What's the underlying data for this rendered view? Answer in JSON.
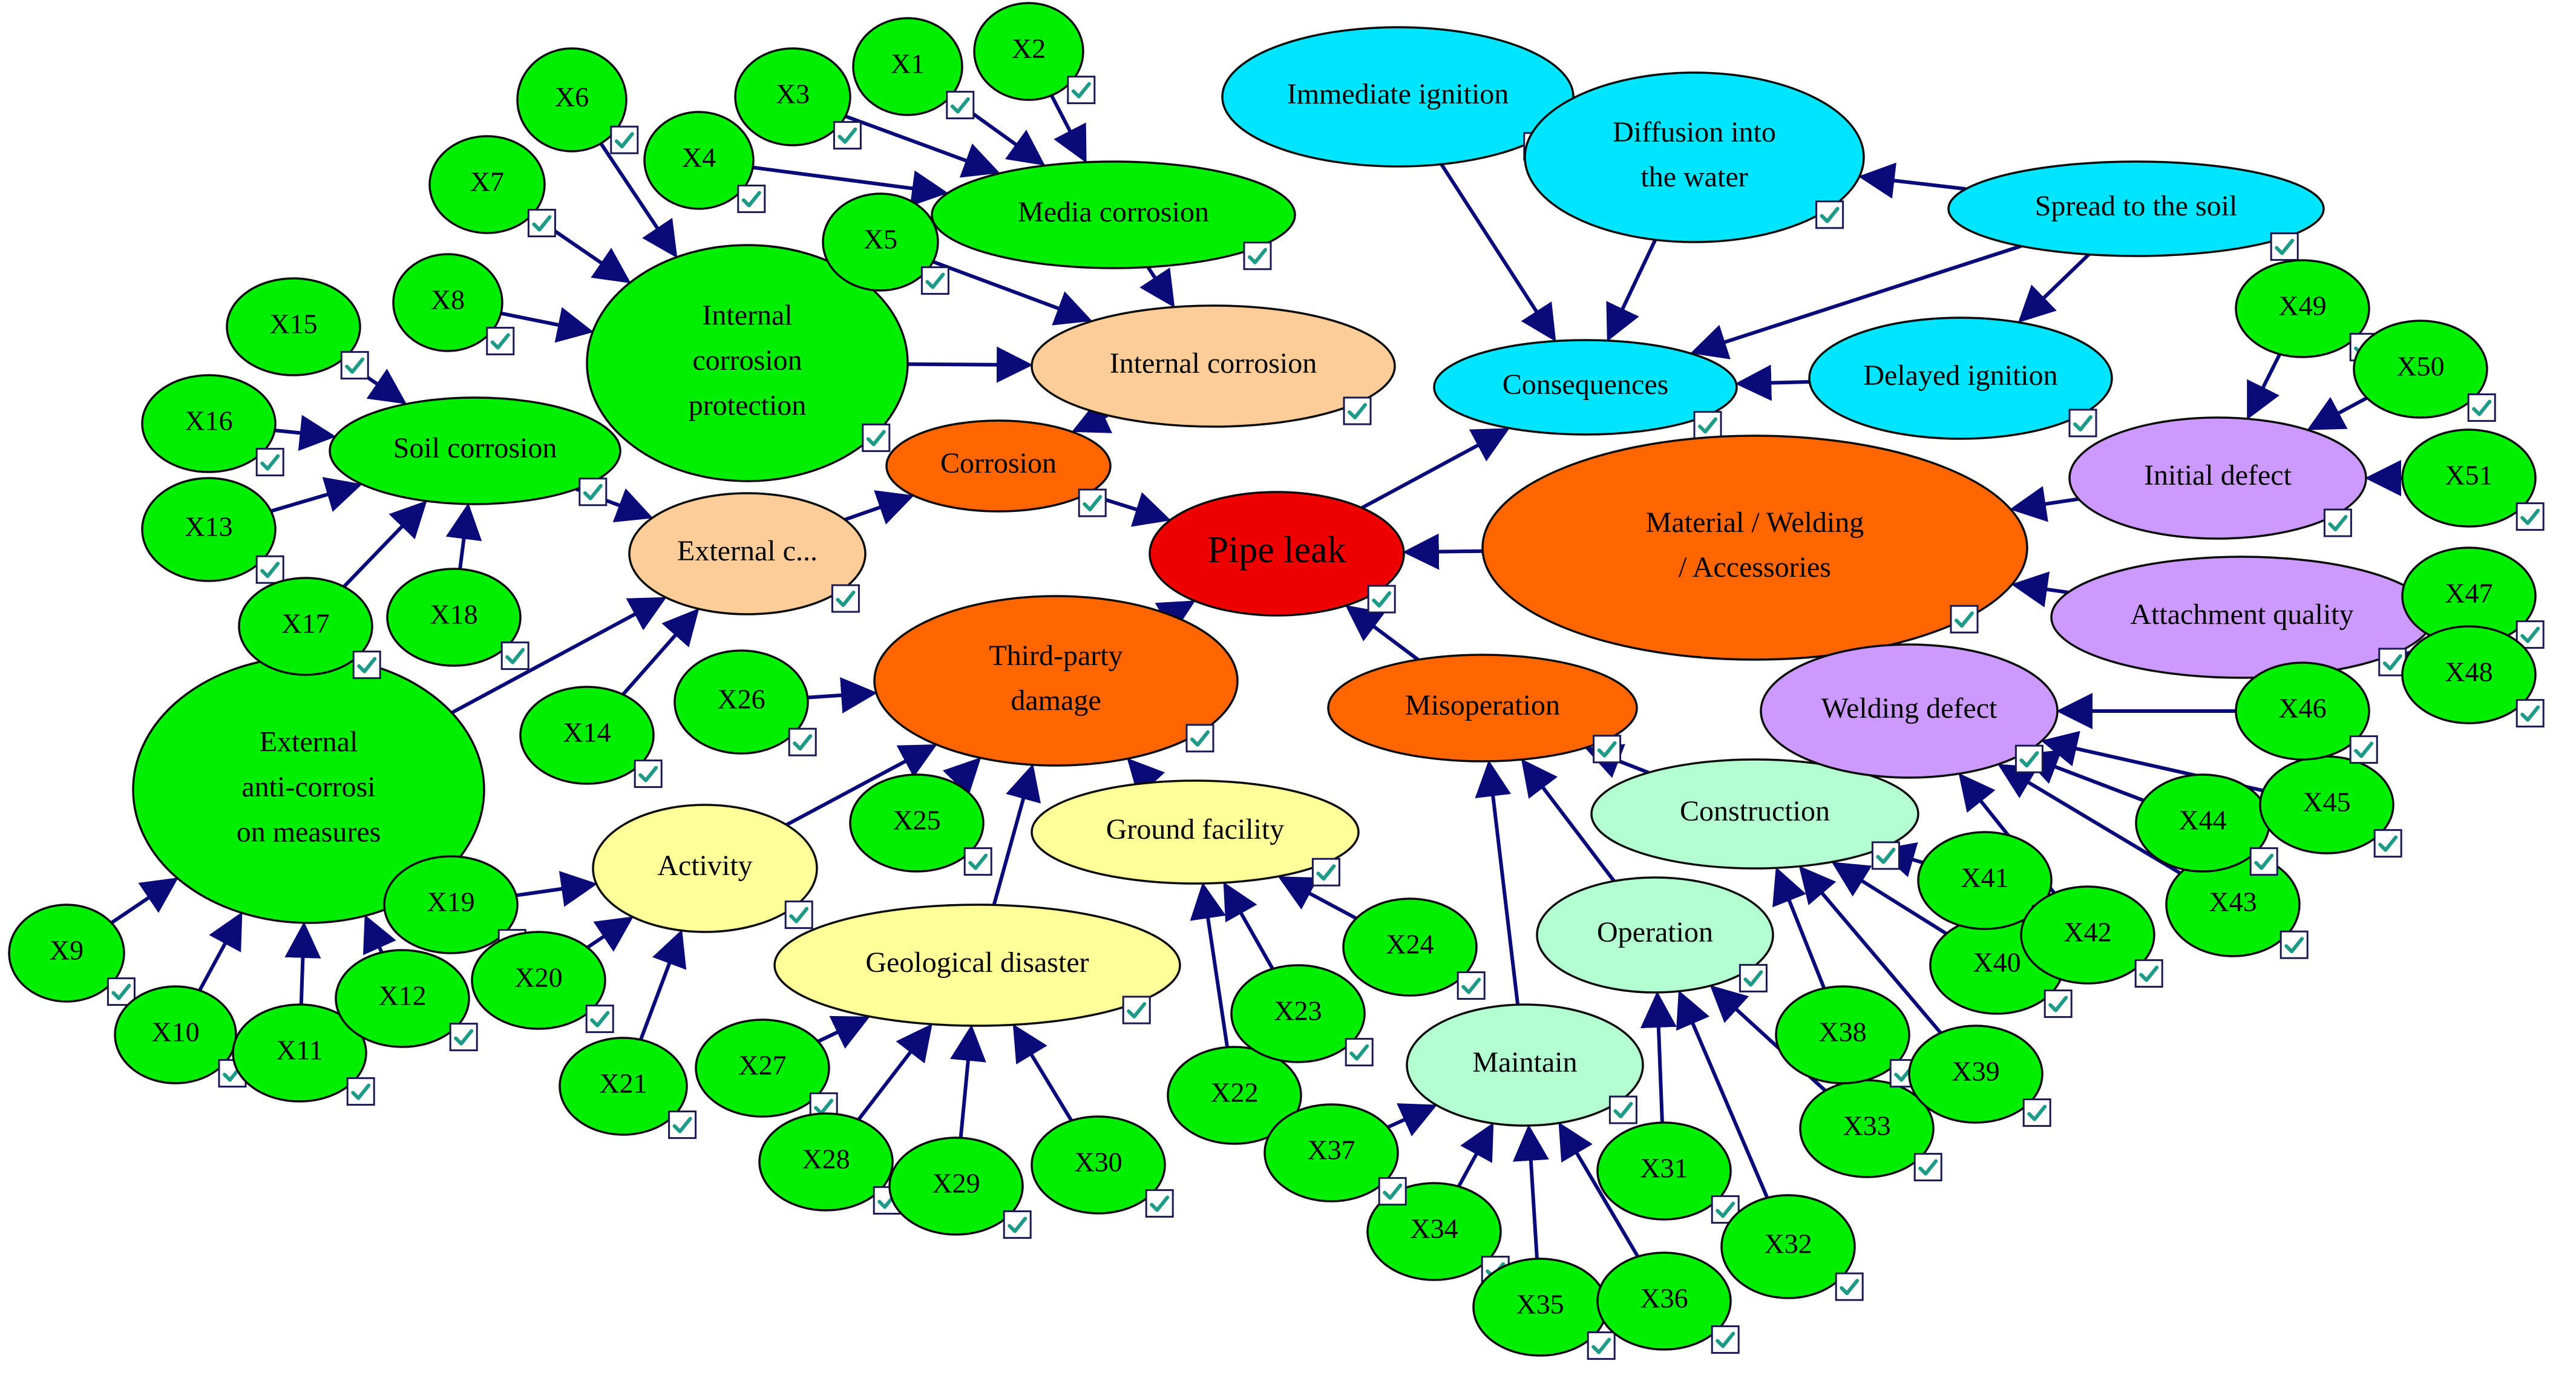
{
  "colors": {
    "root": "#ee0000",
    "category": "#ff6600",
    "corrosion_sub": "#fccc99",
    "consequence": "#00e5ff",
    "material_sub": "#cc99ff",
    "misoperation_sub": "#b3ffd1",
    "thirdparty_sub": "#ffff99",
    "leaf": "#00ee00",
    "edge": "#0a0a78"
  },
  "nodes": [
    {
      "id": "pipe_leak",
      "label": [
        "Pipe leak"
      ],
      "kind": "root",
      "icon": "check-icon"
    },
    {
      "id": "consequences",
      "label": [
        "Consequences"
      ],
      "kind": "consequence",
      "icon": "check-icon"
    },
    {
      "id": "immediate_ignition",
      "label": [
        "Immediate ignition"
      ],
      "kind": "consequence",
      "icon": "check-icon"
    },
    {
      "id": "diffusion_water",
      "label": [
        "Diffusion into",
        "the water"
      ],
      "kind": "consequence",
      "icon": "check-icon"
    },
    {
      "id": "spread_soil",
      "label": [
        "Spread to the soil"
      ],
      "kind": "consequence",
      "icon": "check-icon"
    },
    {
      "id": "delayed_ignition",
      "label": [
        "Delayed ignition"
      ],
      "kind": "consequence",
      "icon": "check-icon"
    },
    {
      "id": "corrosion",
      "label": [
        "Corrosion"
      ],
      "kind": "category",
      "icon": "check-icon"
    },
    {
      "id": "internal_corrosion",
      "label": [
        "Internal corrosion"
      ],
      "kind": "corrosion_sub",
      "icon": "check-icon"
    },
    {
      "id": "external_corrosion",
      "label": [
        "External c..."
      ],
      "kind": "corrosion_sub",
      "icon": "check-icon"
    },
    {
      "id": "media_corrosion",
      "label": [
        "Media corrosion"
      ],
      "kind": "leaf",
      "icon": "check-icon"
    },
    {
      "id": "int_corr_protection",
      "label": [
        "Internal",
        "corrosion",
        "protection"
      ],
      "kind": "leaf",
      "icon": "check-icon"
    },
    {
      "id": "soil_corrosion",
      "label": [
        "Soil corrosion"
      ],
      "kind": "leaf",
      "icon": "check-icon"
    },
    {
      "id": "ext_anti_corrosion",
      "label": [
        "External",
        "anti-corrosi",
        "on measures"
      ],
      "kind": "leaf",
      "icon": "check-icon"
    },
    {
      "id": "third_party",
      "label": [
        "Third-party",
        "damage"
      ],
      "kind": "category",
      "icon": "check-icon"
    },
    {
      "id": "activity",
      "label": [
        "Activity"
      ],
      "kind": "thirdparty_sub",
      "icon": "check-icon"
    },
    {
      "id": "geological",
      "label": [
        "Geological disaster"
      ],
      "kind": "thirdparty_sub",
      "icon": "check-icon"
    },
    {
      "id": "ground_facility",
      "label": [
        "Ground facility"
      ],
      "kind": "thirdparty_sub",
      "icon": "check-icon"
    },
    {
      "id": "misoperation",
      "label": [
        "Misoperation"
      ],
      "kind": "category",
      "icon": "check-icon"
    },
    {
      "id": "construction",
      "label": [
        "Construction"
      ],
      "kind": "misoperation_sub",
      "icon": "check-icon"
    },
    {
      "id": "operation",
      "label": [
        "Operation"
      ],
      "kind": "misoperation_sub",
      "icon": "check-icon"
    },
    {
      "id": "maintain",
      "label": [
        "Maintain"
      ],
      "kind": "misoperation_sub",
      "icon": "check-icon"
    },
    {
      "id": "material",
      "label": [
        "Material / Welding",
        "/ Accessories"
      ],
      "kind": "category",
      "icon": "check-icon"
    },
    {
      "id": "initial_defect",
      "label": [
        "Initial defect"
      ],
      "kind": "material_sub",
      "icon": "check-icon"
    },
    {
      "id": "attachment_quality",
      "label": [
        "Attachment quality"
      ],
      "kind": "material_sub",
      "icon": "check-icon"
    },
    {
      "id": "welding_defect",
      "label": [
        "Welding defect"
      ],
      "kind": "material_sub",
      "icon": "check-icon"
    },
    {
      "id": "x1",
      "label": [
        "X1"
      ],
      "kind": "leaf",
      "icon": "check-icon"
    },
    {
      "id": "x2",
      "label": [
        "X2"
      ],
      "kind": "leaf",
      "icon": "check-icon"
    },
    {
      "id": "x3",
      "label": [
        "X3"
      ],
      "kind": "leaf",
      "icon": "check-icon"
    },
    {
      "id": "x4",
      "label": [
        "X4"
      ],
      "kind": "leaf",
      "icon": "check-icon"
    },
    {
      "id": "x5",
      "label": [
        "X5"
      ],
      "kind": "leaf",
      "icon": "check-icon"
    },
    {
      "id": "x6",
      "label": [
        "X6"
      ],
      "kind": "leaf",
      "icon": "check-icon"
    },
    {
      "id": "x7",
      "label": [
        "X7"
      ],
      "kind": "leaf",
      "icon": "check-icon"
    },
    {
      "id": "x8",
      "label": [
        "X8"
      ],
      "kind": "leaf",
      "icon": "check-icon"
    },
    {
      "id": "x9",
      "label": [
        "X9"
      ],
      "kind": "leaf",
      "icon": "check-icon"
    },
    {
      "id": "x10",
      "label": [
        "X10"
      ],
      "kind": "leaf",
      "icon": "check-icon"
    },
    {
      "id": "x11",
      "label": [
        "X11"
      ],
      "kind": "leaf",
      "icon": "check-icon"
    },
    {
      "id": "x12",
      "label": [
        "X12"
      ],
      "kind": "leaf",
      "icon": "check-icon"
    },
    {
      "id": "x13",
      "label": [
        "X13"
      ],
      "kind": "leaf",
      "icon": "check-icon"
    },
    {
      "id": "x14",
      "label": [
        "X14"
      ],
      "kind": "leaf",
      "icon": "check-icon"
    },
    {
      "id": "x15",
      "label": [
        "X15"
      ],
      "kind": "leaf",
      "icon": "check-icon"
    },
    {
      "id": "x16",
      "label": [
        "X16"
      ],
      "kind": "leaf",
      "icon": "check-icon"
    },
    {
      "id": "x17",
      "label": [
        "X17"
      ],
      "kind": "leaf",
      "icon": "check-icon"
    },
    {
      "id": "x18",
      "label": [
        "X18"
      ],
      "kind": "leaf",
      "icon": "check-icon"
    },
    {
      "id": "x19",
      "label": [
        "X19"
      ],
      "kind": "leaf",
      "icon": "check-icon"
    },
    {
      "id": "x20",
      "label": [
        "X20"
      ],
      "kind": "leaf",
      "icon": "check-icon"
    },
    {
      "id": "x21",
      "label": [
        "X21"
      ],
      "kind": "leaf",
      "icon": "check-icon"
    },
    {
      "id": "x22",
      "label": [
        "X22"
      ],
      "kind": "leaf",
      "icon": "check-icon"
    },
    {
      "id": "x23",
      "label": [
        "X23"
      ],
      "kind": "leaf",
      "icon": "check-icon"
    },
    {
      "id": "x24",
      "label": [
        "X24"
      ],
      "kind": "leaf",
      "icon": "check-icon"
    },
    {
      "id": "x25",
      "label": [
        "X25"
      ],
      "kind": "leaf",
      "icon": "check-icon"
    },
    {
      "id": "x26",
      "label": [
        "X26"
      ],
      "kind": "leaf",
      "icon": "check-icon"
    },
    {
      "id": "x27",
      "label": [
        "X27"
      ],
      "kind": "leaf",
      "icon": "check-icon"
    },
    {
      "id": "x28",
      "label": [
        "X28"
      ],
      "kind": "leaf",
      "icon": "check-icon"
    },
    {
      "id": "x29",
      "label": [
        "X29"
      ],
      "kind": "leaf",
      "icon": "check-icon"
    },
    {
      "id": "x30",
      "label": [
        "X30"
      ],
      "kind": "leaf",
      "icon": "check-icon"
    },
    {
      "id": "x31",
      "label": [
        "X31"
      ],
      "kind": "leaf",
      "icon": "check-icon"
    },
    {
      "id": "x32",
      "label": [
        "X32"
      ],
      "kind": "leaf",
      "icon": "check-icon"
    },
    {
      "id": "x33",
      "label": [
        "X33"
      ],
      "kind": "leaf",
      "icon": "check-icon"
    },
    {
      "id": "x34",
      "label": [
        "X34"
      ],
      "kind": "leaf",
      "icon": "check-icon"
    },
    {
      "id": "x35",
      "label": [
        "X35"
      ],
      "kind": "leaf",
      "icon": "check-icon"
    },
    {
      "id": "x36",
      "label": [
        "X36"
      ],
      "kind": "leaf",
      "icon": "check-icon"
    },
    {
      "id": "x37",
      "label": [
        "X37"
      ],
      "kind": "leaf",
      "icon": "check-icon"
    },
    {
      "id": "x38",
      "label": [
        "X38"
      ],
      "kind": "leaf",
      "icon": "check-icon"
    },
    {
      "id": "x39",
      "label": [
        "X39"
      ],
      "kind": "leaf",
      "icon": "check-icon"
    },
    {
      "id": "x40",
      "label": [
        "X40"
      ],
      "kind": "leaf",
      "icon": "check-icon"
    },
    {
      "id": "x41",
      "label": [
        "X41"
      ],
      "kind": "leaf",
      "icon": "check-icon"
    },
    {
      "id": "x42",
      "label": [
        "X42"
      ],
      "kind": "leaf",
      "icon": "check-icon"
    },
    {
      "id": "x43",
      "label": [
        "X43"
      ],
      "kind": "leaf",
      "icon": "check-icon"
    },
    {
      "id": "x44",
      "label": [
        "X44"
      ],
      "kind": "leaf",
      "icon": "check-icon"
    },
    {
      "id": "x45",
      "label": [
        "X45"
      ],
      "kind": "leaf",
      "icon": "check-icon"
    },
    {
      "id": "x46",
      "label": [
        "X46"
      ],
      "kind": "leaf",
      "icon": "check-icon"
    },
    {
      "id": "x47",
      "label": [
        "X47"
      ],
      "kind": "leaf",
      "icon": "check-icon"
    },
    {
      "id": "x48",
      "label": [
        "X48"
      ],
      "kind": "leaf",
      "icon": "check-icon"
    },
    {
      "id": "x49",
      "label": [
        "X49"
      ],
      "kind": "leaf",
      "icon": "check-icon"
    },
    {
      "id": "x50",
      "label": [
        "X50"
      ],
      "kind": "leaf",
      "icon": "check-icon"
    },
    {
      "id": "x51",
      "label": [
        "X51"
      ],
      "kind": "leaf",
      "icon": "check-icon"
    }
  ],
  "edges": [
    [
      "pipe_leak",
      "consequences"
    ],
    [
      "immediate_ignition",
      "consequences"
    ],
    [
      "diffusion_water",
      "consequences"
    ],
    [
      "spread_soil",
      "consequences"
    ],
    [
      "spread_soil",
      "diffusion_water"
    ],
    [
      "spread_soil",
      "delayed_ignition"
    ],
    [
      "delayed_ignition",
      "consequences"
    ],
    [
      "corrosion",
      "pipe_leak"
    ],
    [
      "third_party",
      "pipe_leak"
    ],
    [
      "misoperation",
      "pipe_leak"
    ],
    [
      "material",
      "pipe_leak"
    ],
    [
      "internal_corrosion",
      "corrosion"
    ],
    [
      "external_corrosion",
      "corrosion"
    ],
    [
      "media_corrosion",
      "internal_corrosion"
    ],
    [
      "x5",
      "internal_corrosion"
    ],
    [
      "int_corr_protection",
      "internal_corrosion"
    ],
    [
      "x1",
      "media_corrosion"
    ],
    [
      "x2",
      "media_corrosion"
    ],
    [
      "x3",
      "media_corrosion"
    ],
    [
      "x4",
      "media_corrosion"
    ],
    [
      "x6",
      "int_corr_protection"
    ],
    [
      "x7",
      "int_corr_protection"
    ],
    [
      "x8",
      "int_corr_protection"
    ],
    [
      "soil_corrosion",
      "external_corrosion"
    ],
    [
      "ext_anti_corrosion",
      "external_corrosion"
    ],
    [
      "x14",
      "external_corrosion"
    ],
    [
      "x15",
      "soil_corrosion"
    ],
    [
      "x16",
      "soil_corrosion"
    ],
    [
      "x13",
      "soil_corrosion"
    ],
    [
      "x17",
      "soil_corrosion"
    ],
    [
      "x18",
      "soil_corrosion"
    ],
    [
      "x9",
      "ext_anti_corrosion"
    ],
    [
      "x10",
      "ext_anti_corrosion"
    ],
    [
      "x11",
      "ext_anti_corrosion"
    ],
    [
      "x12",
      "ext_anti_corrosion"
    ],
    [
      "activity",
      "third_party"
    ],
    [
      "geological",
      "third_party"
    ],
    [
      "ground_facility",
      "third_party"
    ],
    [
      "x25",
      "third_party"
    ],
    [
      "x26",
      "third_party"
    ],
    [
      "x19",
      "activity"
    ],
    [
      "x20",
      "activity"
    ],
    [
      "x21",
      "activity"
    ],
    [
      "x27",
      "geological"
    ],
    [
      "x28",
      "geological"
    ],
    [
      "x29",
      "geological"
    ],
    [
      "x30",
      "geological"
    ],
    [
      "x22",
      "ground_facility"
    ],
    [
      "x23",
      "ground_facility"
    ],
    [
      "x24",
      "ground_facility"
    ],
    [
      "construction",
      "misoperation"
    ],
    [
      "operation",
      "misoperation"
    ],
    [
      "maintain",
      "misoperation"
    ],
    [
      "x38",
      "construction"
    ],
    [
      "x39",
      "construction"
    ],
    [
      "x40",
      "construction"
    ],
    [
      "x41",
      "construction"
    ],
    [
      "x31",
      "operation"
    ],
    [
      "x32",
      "operation"
    ],
    [
      "x33",
      "operation"
    ],
    [
      "x34",
      "maintain"
    ],
    [
      "x35",
      "maintain"
    ],
    [
      "x36",
      "maintain"
    ],
    [
      "x37",
      "maintain"
    ],
    [
      "initial_defect",
      "material"
    ],
    [
      "attachment_quality",
      "material"
    ],
    [
      "welding_defect",
      "material"
    ],
    [
      "x49",
      "initial_defect"
    ],
    [
      "x50",
      "initial_defect"
    ],
    [
      "x51",
      "initial_defect"
    ],
    [
      "x47",
      "attachment_quality"
    ],
    [
      "x48",
      "attachment_quality"
    ],
    [
      "x42",
      "welding_defect"
    ],
    [
      "x43",
      "welding_defect"
    ],
    [
      "x44",
      "welding_defect"
    ],
    [
      "x45",
      "welding_defect"
    ],
    [
      "x46",
      "welding_defect"
    ]
  ]
}
